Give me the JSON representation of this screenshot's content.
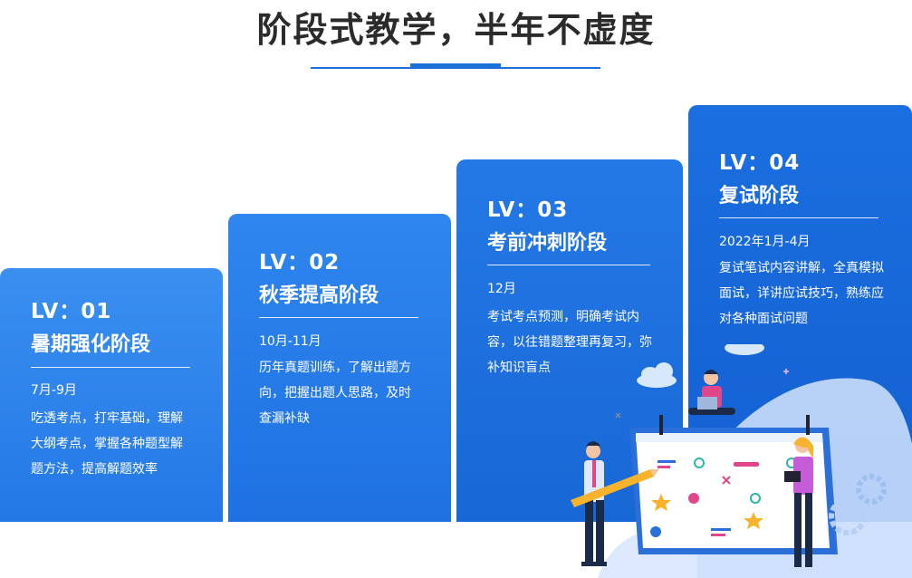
{
  "header": {
    "title": "阶段式教学，半年不虚度"
  },
  "stages": [
    {
      "lv": "LV：01",
      "name": "暑期强化阶段",
      "date": "7月-9月",
      "desc": "吃透考点，打牢基础，理解大纲考点，掌握各种题型解题方法，提高解题效率"
    },
    {
      "lv": "LV：02",
      "name": "秋季提高阶段",
      "date": "10月-11月",
      "desc": "历年真题训练，了解出题方向，把握出题人思路，及时查漏补缺"
    },
    {
      "lv": "LV：03",
      "name": "考前冲刺阶段",
      "date": "12月",
      "desc": "考试考点预测，明确考试内容，以往错题整理再复习，弥补知识盲点"
    },
    {
      "lv": "LV：04",
      "name": "复试阶段",
      "date": "2022年1月-4月",
      "desc": "复试笔试内容讲解，全真模拟面试，详讲应试技巧，熟练应对各种面试问题"
    }
  ],
  "colors": {
    "accent": "#1a6fd8",
    "card_light": "#2f86ee",
    "card_dark": "#1565d4"
  }
}
